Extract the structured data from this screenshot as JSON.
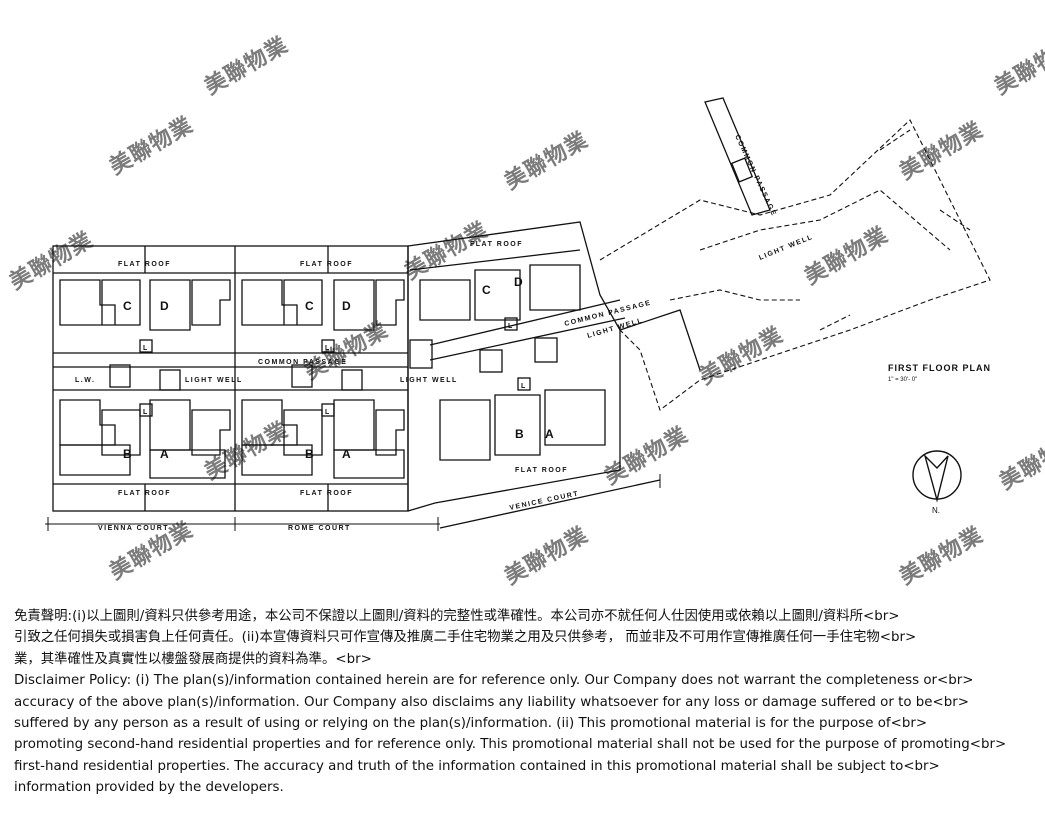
{
  "plan": {
    "title": "FIRST FLOOR PLAN",
    "scale": "1\" = 30'- 0\"",
    "north": "N.",
    "courts": [
      "VIENNA COURT",
      "ROME COURT",
      "VENICE COURT"
    ],
    "labels": {
      "flat_roof": "FLAT ROOF",
      "common_passage": "COMMON PASSAGE",
      "light_well": "LIGHT WELL",
      "lw": "L.W.",
      "lift": "L",
      "unit_a": "A",
      "unit_b": "B",
      "unit_c": "C",
      "unit_d": "D"
    },
    "watermark": "美聯物業"
  },
  "disclaimer": {
    "zh_1": "免責聲明:(i)以上圖則/資料只供參考用途，本公司不保證以上圖則/資料的完整性或準確性。本公司亦不就任何人仕因使用或依賴以上圖則/資料所<br>",
    "zh_2": "引致之任何損失或損害負上任何責任。(ii)本宣傳資料只可作宣傳及推廣二手住宅物業之用及只供參考， 而並非及不可用作宣傳推廣任何一手住宅物<br>",
    "zh_3": "業，其準確性及真實性以樓盤發展商提供的資料為準。<br>",
    "en_1": "Disclaimer Policy: (i) The plan(s)/information contained herein are for reference only. Our Company does not warrant the completeness or<br>",
    "en_2": "accuracy of the above plan(s)/information. Our Company also disclaims any liability whatsoever for any loss or damage suffered or to be<br>",
    "en_3": "suffered by any person as a result of using or relying on the plan(s)/information. (ii) This promotional material is for the purpose of<br>",
    "en_4": "promoting second-hand residential properties and for reference only. This promotional material shall not be used for the purpose of promoting<br>",
    "en_5": "first-hand residential properties. The accuracy and truth of the information contained in this promotional material shall be subject to<br>",
    "en_6": "information provided by the developers."
  }
}
